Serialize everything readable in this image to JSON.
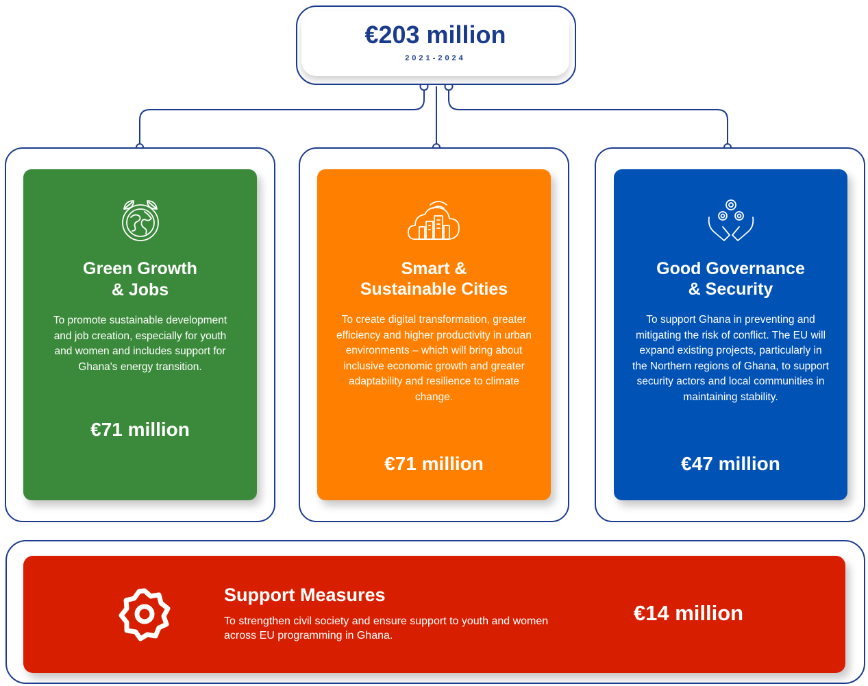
{
  "total": {
    "amount": "€203 million",
    "years": "2021-2024"
  },
  "priorities": [
    {
      "title_line1": "Green Growth",
      "title_line2": "& Jobs",
      "description": "To promote sustainable development and job creation, especially for youth and women and includes support for Ghana's energy transition.",
      "amount": "€71 million",
      "color": "#3b8a3b",
      "icon": "globe-leaves-icon"
    },
    {
      "title_line1": "Smart &",
      "title_line2": "Sustainable Cities",
      "description": "To create digital transformation, greater efficiency and higher productivity in urban environments – which will bring about inclusive economic growth and greater adaptability and resilience to climate change.",
      "amount": "€71 million",
      "color": "#ff8000",
      "icon": "smart-city-cloud-icon"
    },
    {
      "title_line1": "Good Governance",
      "title_line2": "& Security",
      "description": "To support Ghana in preventing and mitigating the risk of conflict. The EU will expand existing projects, particularly in the Northern regions of Ghana, to support security actors and local communities in maintaining stability.",
      "amount": "€47 million",
      "color": "#0052b4",
      "icon": "hands-gears-icon"
    }
  ],
  "support": {
    "title": "Support Measures",
    "description": "To strengthen civil society and ensure support to youth and women across EU programming in Ghana.",
    "amount": "€14 million",
    "color": "#d71f00",
    "icon": "gear-icon"
  },
  "colors": {
    "outline": "#1b3b8c"
  }
}
